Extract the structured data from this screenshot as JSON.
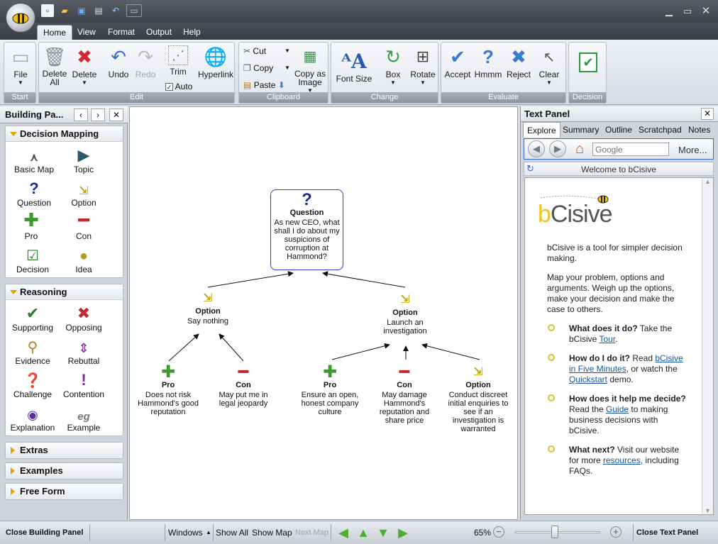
{
  "ribbon": {
    "tabs": [
      "Home",
      "View",
      "Format",
      "Output",
      "Help"
    ],
    "groups": {
      "start": "Start",
      "edit": "Edit",
      "clipboard": "Clipboard",
      "change": "Change",
      "evaluate": "Evaluate",
      "decision": "Decision"
    },
    "buttons": {
      "file": "File",
      "delete_all": "Delete\nAll",
      "delete": "Delete",
      "undo": "Undo",
      "redo": "Redo",
      "trim": "Trim",
      "auto": "Auto",
      "hyperlink": "Hyperlink",
      "cut": "Cut",
      "copy": "Copy",
      "paste": "Paste",
      "copy_as_image": "Copy as\nImage",
      "font_size": "Font Size",
      "box": "Box",
      "rotate": "Rotate",
      "accept": "Accept",
      "hmmm": "Hmmm",
      "reject": "Reject",
      "clear": "Clear"
    }
  },
  "building_panel": {
    "title": "Building Pa...",
    "sections": {
      "decision_mapping": {
        "title": "Decision Mapping",
        "tools": [
          "Basic Map",
          "Topic",
          "Question",
          "Option",
          "Pro",
          "Con",
          "Decision",
          "Idea"
        ]
      },
      "reasoning": {
        "title": "Reasoning",
        "tools": [
          "Supporting",
          "Opposing",
          "Evidence",
          "Rebuttal",
          "Challenge",
          "Contention",
          "Explanation",
          "Example"
        ]
      },
      "extras": "Extras",
      "examples": "Examples",
      "free_form": "Free Form"
    }
  },
  "map": {
    "question": {
      "type": "Question",
      "text": "As new CEO, what shall I do about my suspicions of corruption at Hammond?"
    },
    "option1": {
      "type": "Option",
      "text": "Say nothing"
    },
    "option2": {
      "type": "Option",
      "text": "Launch an investigation"
    },
    "pro1": {
      "type": "Pro",
      "text": "Does not risk Hammond's good reputation"
    },
    "con1": {
      "type": "Con",
      "text": "May put me in legal jeopardy"
    },
    "pro2": {
      "type": "Pro",
      "text": "Ensure an open, honest company culture"
    },
    "con2": {
      "type": "Con",
      "text": "May damage Hammond's reputation and share price"
    },
    "option3": {
      "type": "Option",
      "text": "Conduct discreet initial enquiries to see if an investigation is warranted"
    }
  },
  "text_panel": {
    "title": "Text Panel",
    "tabs": [
      "Explore",
      "Summary",
      "Outline",
      "Scratchpad",
      "Notes"
    ],
    "search_placeholder": "Google",
    "more": "More...",
    "page_title": "Welcome to bCisive",
    "logo": "bCisive",
    "intro1": "bCisive is a tool for simpler decision making.",
    "intro2": "Map your problem, options and arguments. Weigh up the options, make your decision and make the case to others.",
    "items": [
      {
        "q": "What does it do?",
        "pre": " Take the bCisive ",
        "link": "Tour",
        "post": "."
      },
      {
        "q": "How do I do it?",
        "pre": " Read ",
        "link": "bCisive in Five Minutes",
        "mid": ", or watch the ",
        "link2": "Quickstart",
        "post": " demo."
      },
      {
        "q": "How does it help me decide?",
        "pre": "  Read the ",
        "link": "Guide",
        "post": " to making business decisions with bCisive."
      },
      {
        "q": "What next?",
        "pre": " Visit our website for more ",
        "link": "resources,",
        "post": " including FAQs."
      }
    ]
  },
  "status": {
    "close_building": "Close Building Panel",
    "windows": "Windows",
    "show_all": "Show All",
    "show_map": "Show Map",
    "next_map": "Next Map",
    "zoom": "65%",
    "zoom_level": 0.46,
    "close_text": "Close Text Panel"
  },
  "colors": {
    "question_border": "#2a3fbf",
    "question_icon": "#1a2aa0",
    "pro": "#3a9a2a",
    "con": "#c02a30",
    "option": "#c8a800"
  }
}
